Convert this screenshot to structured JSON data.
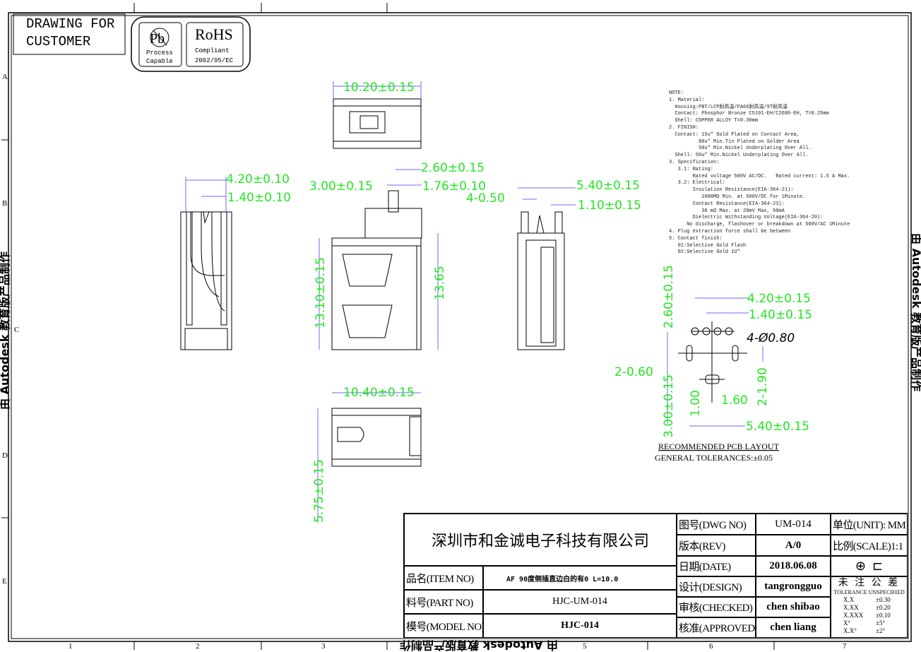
{
  "header": {
    "drawing_for": "DRAWING FOR",
    "customer": "CUSTOMER",
    "pb_logo": {
      "symbol": "Pb",
      "line1": "Process",
      "line2": "Capable"
    },
    "rohs_logo": {
      "title": "RoHS",
      "line1": "Compliant",
      "line2": "2002/95/EC"
    }
  },
  "watermark": "由 Autodesk 教育版产品制作",
  "grid": {
    "columns": [
      "1",
      "2",
      "3",
      "5",
      "6",
      "7"
    ],
    "rows": [
      "A",
      "B",
      "C",
      "D",
      "E"
    ]
  },
  "dimensions": {
    "top_view": {
      "width": "10.20±0.15"
    },
    "side_view": {
      "pitch_outer": "4.20±0.10",
      "pitch_inner": "1.40±0.10"
    },
    "front_view": {
      "d1": "2.60±0.15",
      "d2": "3.00±0.15",
      "d3": "1.76±0.10",
      "height": "13.10±0.15",
      "total": "13.65"
    },
    "rear_view": {
      "d1": "5.40±0.15",
      "d2": "4-0.50",
      "d3": "1.10±0.15"
    },
    "bottom_view": {
      "width": "10.40±0.15",
      "height": "5.75±0.15"
    },
    "pcb": {
      "d_top": "2.60±0.15",
      "d_outer": "4.20±0.15",
      "d_inner": "1.40±0.15",
      "holes": "4-Ø0.80",
      "slot": "2-0.60",
      "slot_len": "2-1.90",
      "d_bottom": "3.00±0.15",
      "d_100": "1.00",
      "d_160": "1.60",
      "d_540": "5.40±0.15",
      "title": "RECOMMENDED PCB LAYOUT",
      "tolerance": "GENERAL TOLERANCES:±0.05"
    }
  },
  "notes": "NOTE:\n1. Material:\n  Housing:PBT/LCP耐高温/PA66耐高温/9T耐高温\n  Contact: Phosphor Bronze C5191-EH/C2680-EH, T=0.25mm\n  Shell: COPPER ALLOY T=0.30mm\n2. FINISH:\n  Contact: 15u\" Gold Plated on Contact Area,\n          80u\" Min.Tin Plated on Solder Area\n          50u\" Min.Nickel Underplating Over All.\n  Shell: 50u\" Min.Nickel Underplating Over All.\n3. Specification:\n   3.1: Rating:\n        Rated voltage 500V AC/DC.   Rated current: 1.5 A Max.\n   3.2: Electrical:\n        Insulation Resistance(EIA-364-21):\n           1000MΩ Min. at 500V/DC for 1Minute.\n        Contact Resistance(EIA-364-23):\n           30 mΩ Max. at 20mV Max, 50mA\n        Dielectric Withstanding Voltage(EIA-364-20):\n      No discharge, flashover or breakdown at 500V/AC 1Minute\n4. Plug extraction force shall be between\n5. Contact finish:\n   01:Selective Gold Flash\n   02:Selective Gold 1U\"",
  "title_block": {
    "company": "深圳市和金诚电子科技有限公司",
    "item_label": "品名(ITEM NO)",
    "item_value": "AF 90度侧插直边白的有0 L=10.0",
    "part_label": "料号(PART NO)",
    "part_value": "HJC-UM-014",
    "model_label": "模号(MODEL NO)",
    "model_value": "HJC-014",
    "dwg_label": "图号(DWG NO)",
    "dwg_value": "UM-014",
    "rev_label": "版本(REV)",
    "rev_value": "A/0",
    "date_label": "日期(DATE)",
    "date_value": "2018.06.08",
    "design_label": "设计(DESIGN)",
    "design_value": "tangrongguo",
    "checked_label": "审核(CHECKED)",
    "checked_value": "chen shibao",
    "approved_label": "核准(APPROVED)",
    "approved_value": "chen liang",
    "unit": "单位(UNIT): MM",
    "scale": "比例(SCALE)1:1",
    "tol_cn": "未 注 公 差",
    "tol_en": "TOLERANCE UNSPECIFIED",
    "tolerances": [
      [
        "X.X",
        "±0.30"
      ],
      [
        "X.XX",
        "±0.20"
      ],
      [
        "X.XXX",
        "±0.10"
      ],
      [
        "X°",
        "±5°"
      ],
      [
        "X.X°",
        "±2°"
      ]
    ]
  }
}
